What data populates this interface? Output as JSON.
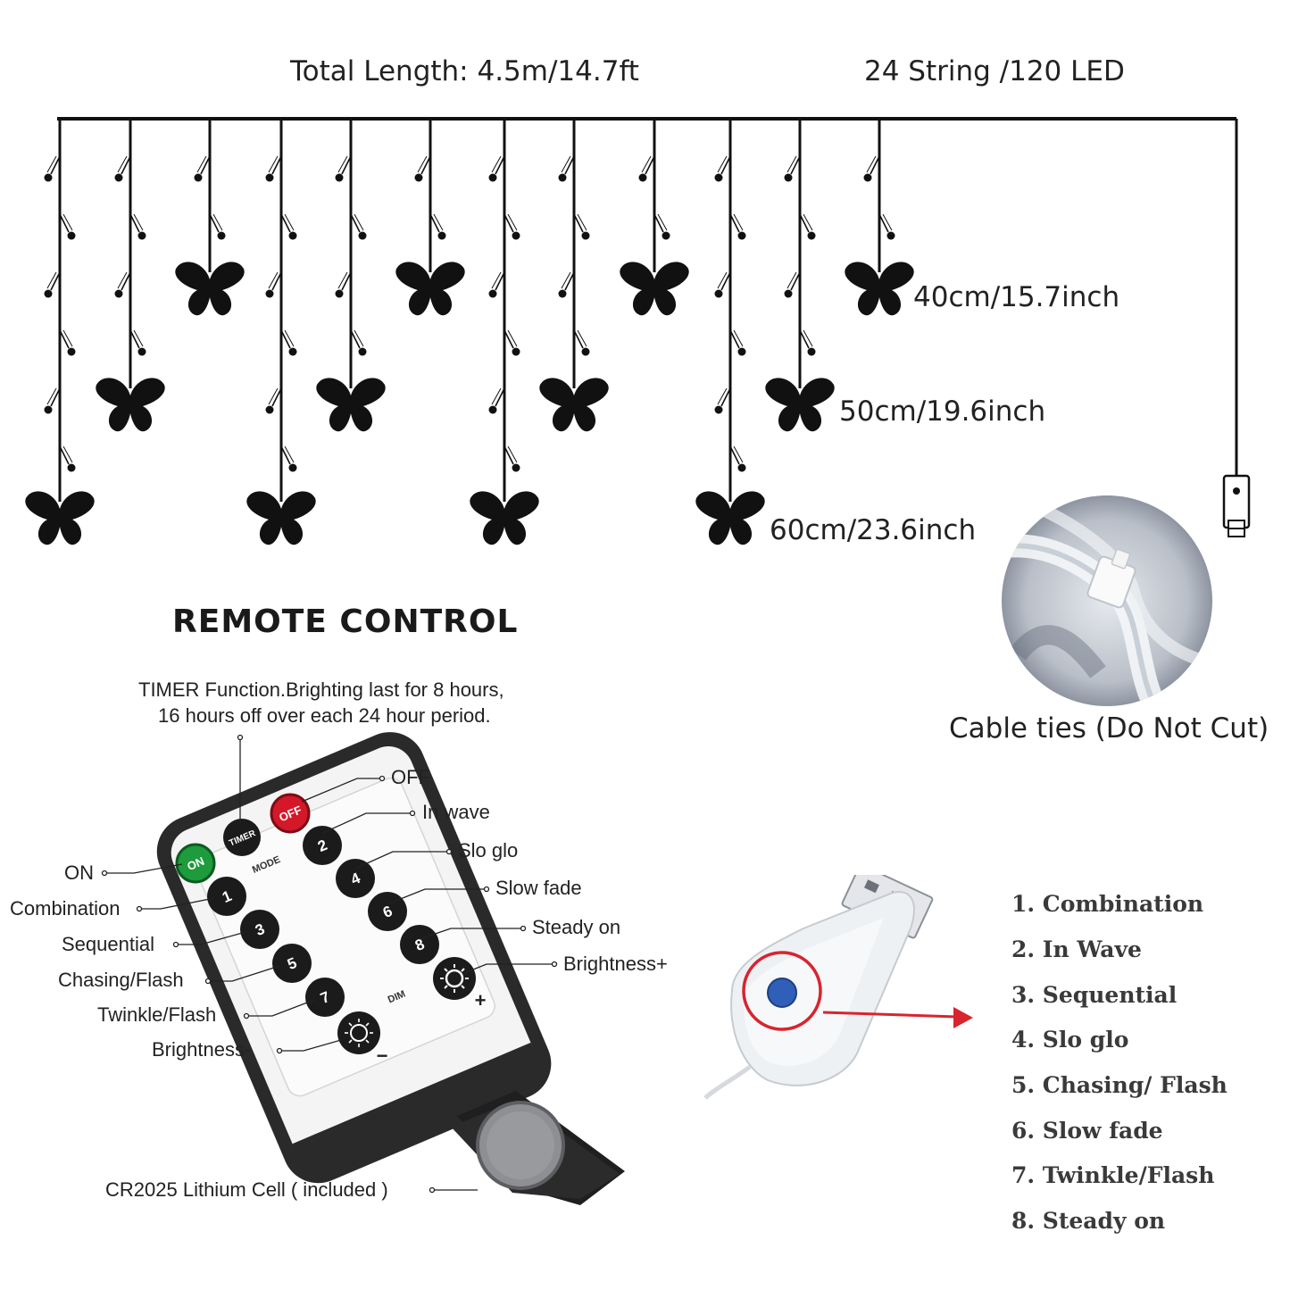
{
  "header": {
    "total_length": "Total Length: 4.5m/14.7ft",
    "strings": "24 String /120 LED"
  },
  "lengths": {
    "short": "40cm/15.7inch",
    "medium": "50cm/19.6inch",
    "long": "60cm/23.6inch"
  },
  "remote": {
    "title": "REMOTE CONTROL",
    "timer_note_line1": "TIMER Function.Brighting last for 8 hours,",
    "timer_note_line2": "16 hours off over each 24 hour period.",
    "labels_right": {
      "off": "OFF",
      "in_wave": "In wave",
      "slo_glo": "Slo glo",
      "slow_fade": "Slow fade",
      "steady_on": "Steady on",
      "brightness_up": "Brightness+"
    },
    "labels_left": {
      "on": "ON",
      "combination": "Combination",
      "sequential": "Sequential",
      "chasing_flash": "Chasing/Flash",
      "twinkle_flash": "Twinkle/Flash",
      "brightness_down": "Brightness-"
    },
    "buttons": {
      "on": "ON",
      "timer": "TIMER",
      "off": "OFF",
      "mode": "MODE",
      "dim": "DIM",
      "b1": "1",
      "b2": "2",
      "b3": "3",
      "b4": "4",
      "b5": "5",
      "b6": "6",
      "b7": "7",
      "b8": "8",
      "plus": "+",
      "minus": "−"
    },
    "battery": "CR2025 Lithium Cell ( included )"
  },
  "cable_ties": "Cable ties (Do Not Cut)",
  "modes": [
    "1. Combination",
    "2. In Wave",
    "3. Sequential",
    "4. Slo glo",
    "5. Chasing/ Flash",
    "6. Slow fade",
    "7. Twinkle/Flash",
    "8. Steady on"
  ],
  "colors": {
    "wire": "#111111",
    "on_button": "#1e9b3c",
    "off_button": "#d4182a",
    "usb_button": "#2f5fb8",
    "arrow": "#d8242e"
  }
}
